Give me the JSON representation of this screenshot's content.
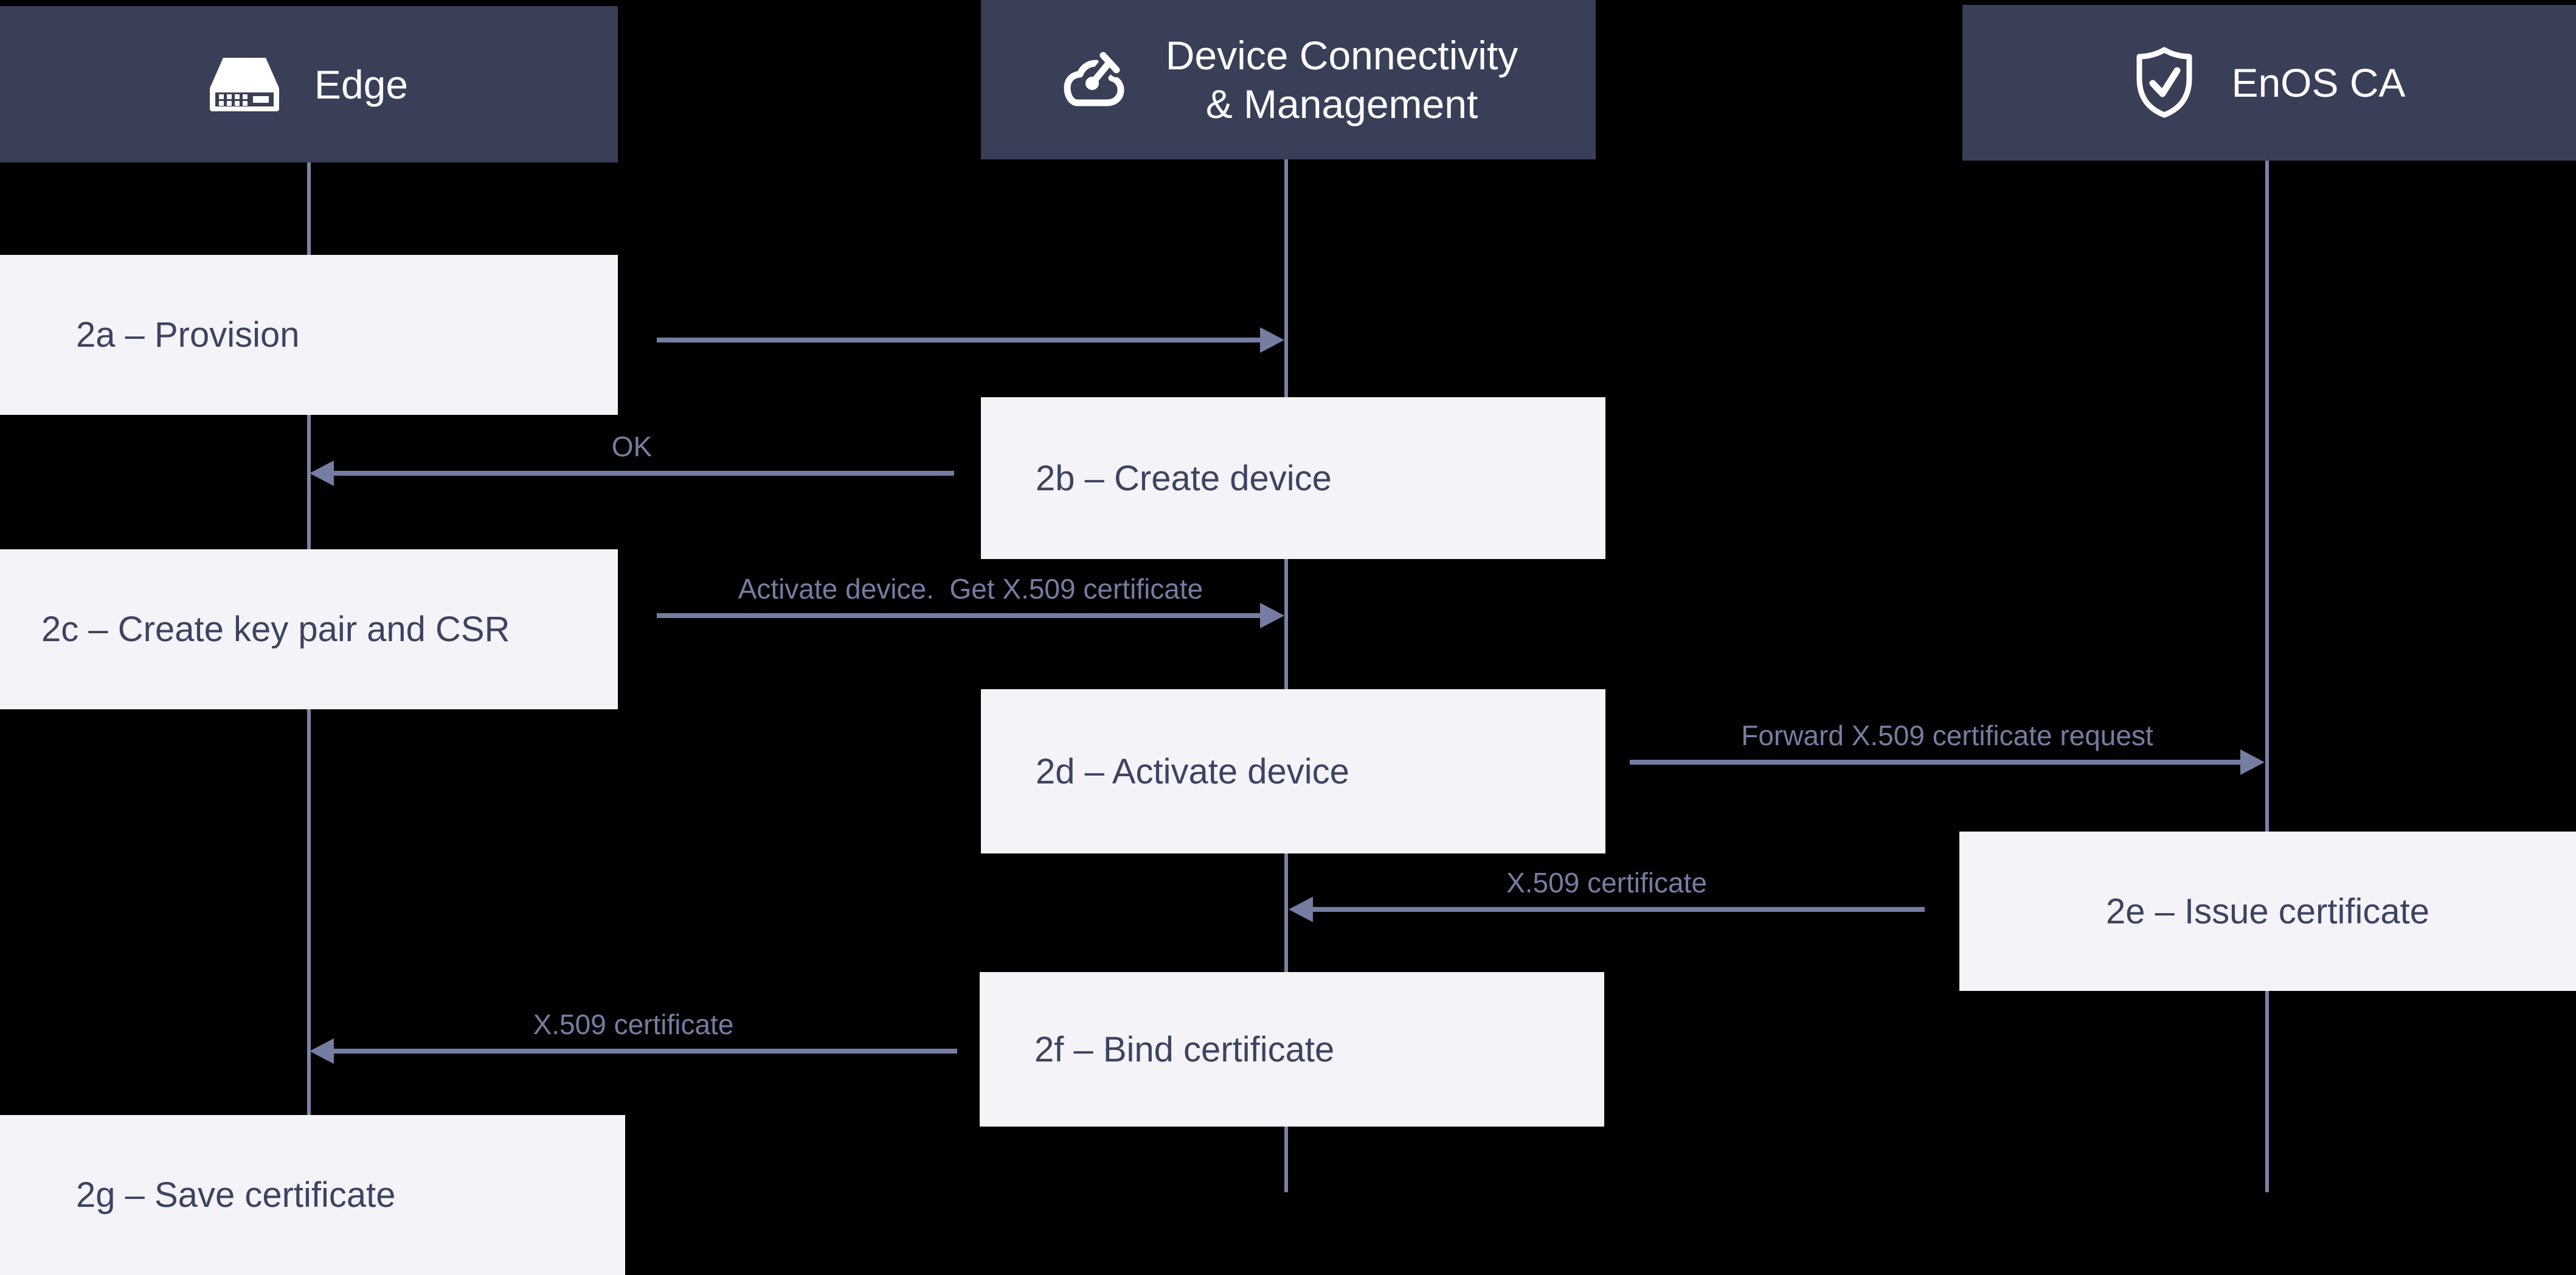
{
  "diagram": {
    "title_context": "Device certificate provisioning sequence",
    "colors": {
      "background": "#000000",
      "header_fill": "#3a3f58",
      "header_text": "#ffffff",
      "activity_box_fill": "#f4f4f8",
      "activity_box_text": "#3d4361",
      "arrow_and_lifeline": "#767da2"
    },
    "participants": [
      {
        "name": "Edge",
        "icon": "edge-device-icon"
      },
      {
        "name_line1": "Device Connectivity",
        "name_line2": "& Management",
        "icon": "cloud-gauge-icon"
      },
      {
        "name": "EnOS CA",
        "icon": "shield-check-icon"
      }
    ],
    "steps": [
      {
        "id": "2a",
        "label": "2a – Provision",
        "lane": "Edge"
      },
      {
        "id": "2b",
        "label": "2b – Create device",
        "lane": "Device Connectivity & Management"
      },
      {
        "id": "2c",
        "label": "2c – Create key pair and CSR",
        "lane": "Edge"
      },
      {
        "id": "2d",
        "label": "2d – Activate device",
        "lane": "Device Connectivity & Management"
      },
      {
        "id": "2e",
        "label": "2e – Issue certificate",
        "lane": "EnOS CA"
      },
      {
        "id": "2f",
        "label": "2f – Bind certificate",
        "lane": "Device Connectivity & Management"
      },
      {
        "id": "2g",
        "label": "2g – Save certificate",
        "lane": "Edge"
      }
    ],
    "messages": [
      {
        "label": "",
        "from": "Edge",
        "to": "Device Connectivity & Management"
      },
      {
        "label": "OK",
        "from": "Device Connectivity & Management",
        "to": "Edge"
      },
      {
        "label": "Activate device.  Get X.509 certificate",
        "from": "Edge",
        "to": "Device Connectivity & Management"
      },
      {
        "label": "Forward X.509 certificate request",
        "from": "Device Connectivity & Management",
        "to": "EnOS CA"
      },
      {
        "label": "X.509 certificate",
        "from": "EnOS CA",
        "to": "Device Connectivity & Management"
      },
      {
        "label": "X.509 certificate",
        "from": "Device Connectivity & Management",
        "to": "Edge"
      }
    ]
  }
}
